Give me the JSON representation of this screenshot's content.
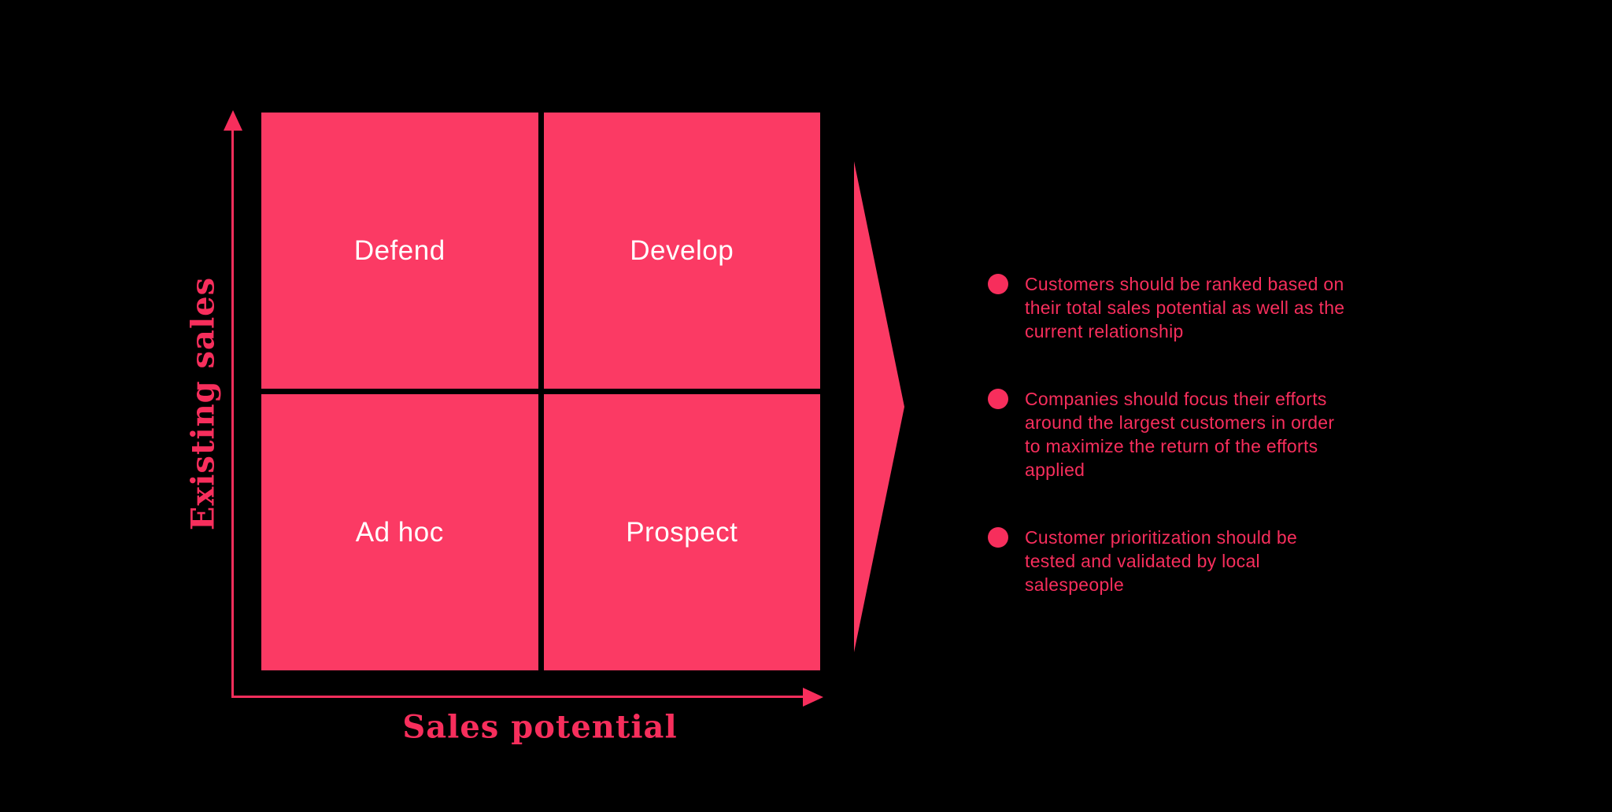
{
  "palette": {
    "background": "#000000",
    "pink_fill": "#FB3A64",
    "pink_text": "#F72E5C",
    "quadrant_label_color": "#FFFFFF"
  },
  "matrix": {
    "x_axis_label": "Sales potential",
    "y_axis_label": "Existing sales",
    "quadrants": [
      {
        "position": "top-left",
        "label": "Defend"
      },
      {
        "position": "top-right",
        "label": "Develop"
      },
      {
        "position": "bottom-left",
        "label": "Ad hoc"
      },
      {
        "position": "bottom-right",
        "label": "Prospect"
      }
    ]
  },
  "insights": {
    "bullets": [
      {
        "text": "Customers should be ranked based on\ntheir total sales potential as well as the\ncurrent relationship"
      },
      {
        "text": "Companies should focus their efforts\naround the largest customers in order\nto maximize the return of the efforts\napplied"
      },
      {
        "text": "Customer prioritization should be\ntested and validated by local\nsalespeople"
      }
    ]
  },
  "icons": {
    "flow_arrow": "right-pointing-triangle",
    "x_axis_arrow": "right-arrowhead",
    "y_axis_arrow": "up-arrowhead",
    "bullet": "filled-circle"
  }
}
